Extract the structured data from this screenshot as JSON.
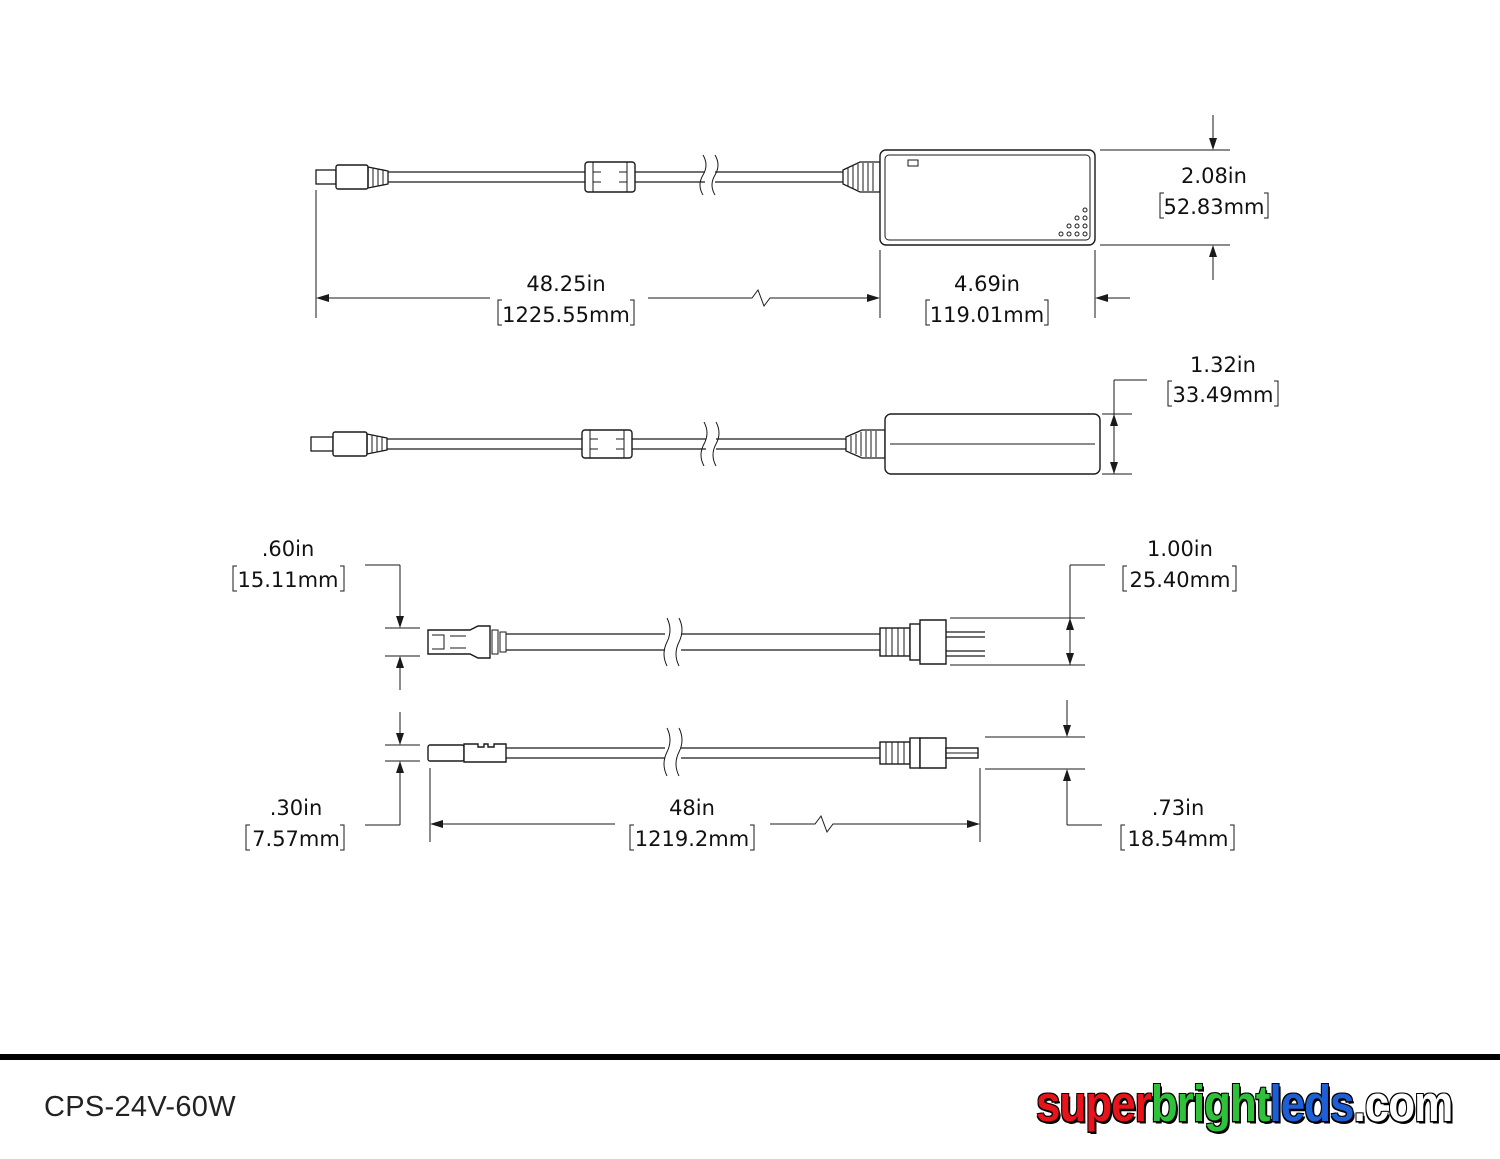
{
  "dimensions": {
    "adapter_height": {
      "in": "2.08in",
      "mm": "52.83mm"
    },
    "dc_cable_length": {
      "in": "48.25in",
      "mm": "1225.55mm"
    },
    "adapter_length": {
      "in": "4.69in",
      "mm": "119.01mm"
    },
    "adapter_thickness": {
      "in": "1.32in",
      "mm": "33.49mm"
    },
    "c7_connector_height": {
      "in": ".60in",
      "mm": "15.11mm"
    },
    "plug_width": {
      "in": "1.00in",
      "mm": "25.40mm"
    },
    "c7_connector_thickness": {
      "in": ".30in",
      "mm": "7.57mm"
    },
    "ac_cord_length": {
      "in": "48in",
      "mm": "1219.2mm"
    },
    "plug_thickness": {
      "in": ".73in",
      "mm": "18.54mm"
    }
  },
  "footer": {
    "model_number": "CPS-24V-60W",
    "logo": {
      "parts": [
        {
          "text": "super",
          "color": "#e8141b"
        },
        {
          "text": "bright",
          "color": "#2fc13a"
        },
        {
          "text": "leds",
          "color": "#1f5fd6"
        },
        {
          "text": ".com",
          "color": "#ffffff"
        }
      ]
    }
  }
}
